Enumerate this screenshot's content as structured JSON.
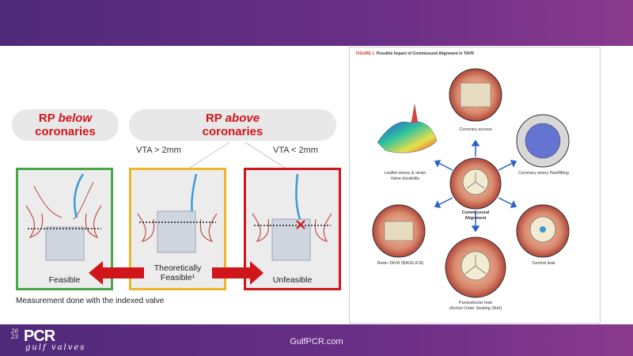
{
  "header": {},
  "pills": {
    "below": {
      "prefix": "RP ",
      "emph": "below",
      "line2": "coronaries"
    },
    "above": {
      "prefix": "RP ",
      "emph": "above",
      "line2": "coronaries"
    }
  },
  "vta": {
    "left": "VTA > 2mm",
    "right": "VTA < 2mm"
  },
  "panels": [
    {
      "label": "Feasible",
      "border_color": "#46a847"
    },
    {
      "label_line1": "Theoretically",
      "label_line2": "Feasible¹",
      "border_color": "#f0b429"
    },
    {
      "label": "Unfeasible",
      "border_color": "#d0161b"
    }
  ],
  "note": "Measurement done with the indexed valve",
  "figure": {
    "title_prefix": "FIGURE 1",
    "title": "Possible Impact of Commissural Alignment in TAVR",
    "center_label_1": "Commissural",
    "center_label_2": "Alignment",
    "captions": {
      "top": "Coronary access",
      "top_left_1": "Leaflet stress & strain",
      "top_left_2": "Valve durability",
      "top_right": "Coronary artery flow/filling",
      "bottom_left": "Redo-TAVR (BASILICA)",
      "bottom_right": "Central leak",
      "bottom_1": "Paravalvular leak",
      "bottom_2": "(Active Outer Sealing Skirt)"
    }
  },
  "footer": {
    "year": "2023",
    "brand": "PCR",
    "brand_sub": "gulf valves",
    "site": "GulfPCR.com"
  },
  "colors": {
    "purple": "#5b2c82",
    "red": "#d0161b",
    "green": "#46a847",
    "amber": "#f0b429"
  }
}
